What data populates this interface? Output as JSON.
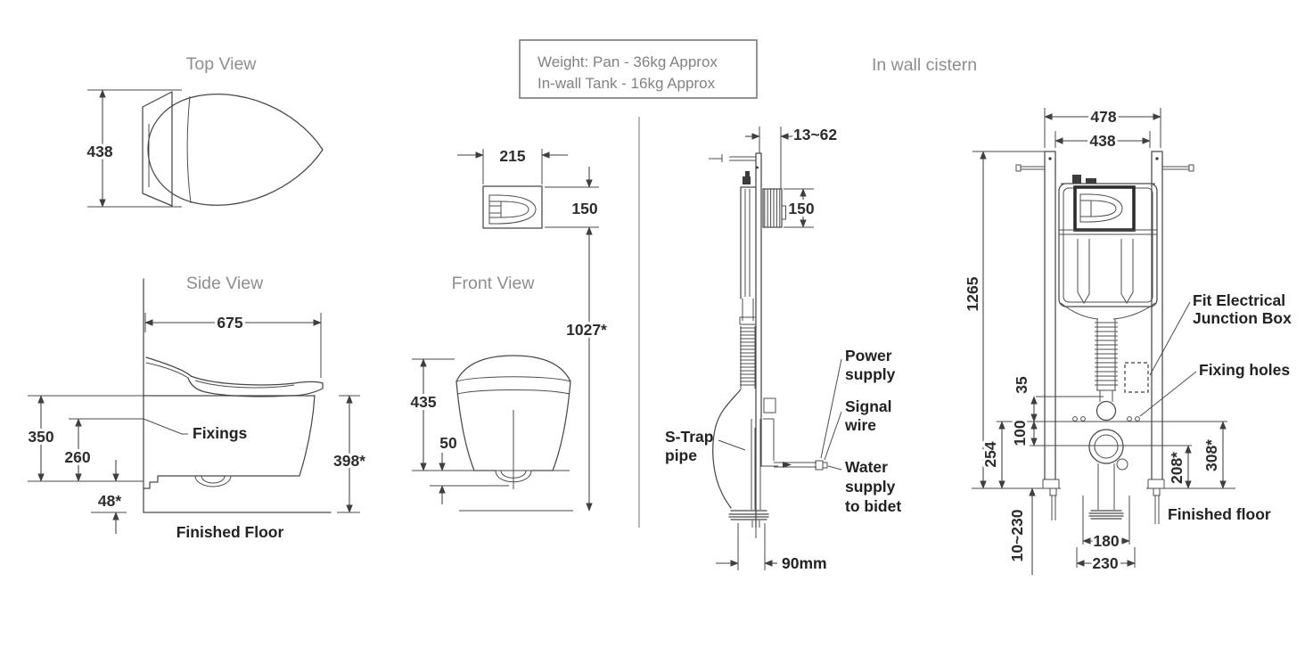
{
  "colors": {
    "line": "#474747",
    "dimension_text": "#2d2d2d",
    "title_text": "#8e8e8e",
    "weight_text": "#828282",
    "background": "#ffffff"
  },
  "weight_box": {
    "line1": "Weight: Pan - 36kg Approx",
    "line2": "In-wall Tank - 16kg Approx"
  },
  "titles": {
    "top_view": "Top View",
    "side_view": "Side View",
    "front_view": "Front View",
    "in_wall_cistern": "In wall cistern"
  },
  "top_view": {
    "pan_width": "438"
  },
  "side_view": {
    "pan_depth": "675",
    "seat_height": "350",
    "fixings_height": "260",
    "bottom_gap": "48*",
    "rim_height": "398*",
    "fixings_label": "Fixings",
    "floor_label": "Finished Floor"
  },
  "front_view": {
    "plate_width": "215",
    "plate_height": "150",
    "install_height": "1027*",
    "bowl_height": "435",
    "trap_clearance": "50"
  },
  "cistern_side": {
    "wall_gap": "13~62",
    "plate_height": "150",
    "trap_offset": "90mm",
    "s_trap": [
      "S-Trap",
      "pipe"
    ],
    "power": [
      "Power",
      "supply"
    ],
    "signal": [
      "Signal",
      "wire"
    ],
    "water_supply": [
      "Water",
      "supply",
      "to bidet"
    ]
  },
  "cistern_front": {
    "outer_width": "478",
    "inner_width": "438",
    "frame_height": "1265",
    "dim_35": "35",
    "dim_100": "100",
    "dim_254": "254",
    "dim_208": "208*",
    "dim_308": "308*",
    "foot_adjust": "10~230",
    "pipe_span": "180",
    "outlet_span": "230",
    "junction_label": [
      "Fit Electrical",
      "Junction Box"
    ],
    "fixing_holes_label": "Fixing holes",
    "floor_label": "Finished floor"
  }
}
